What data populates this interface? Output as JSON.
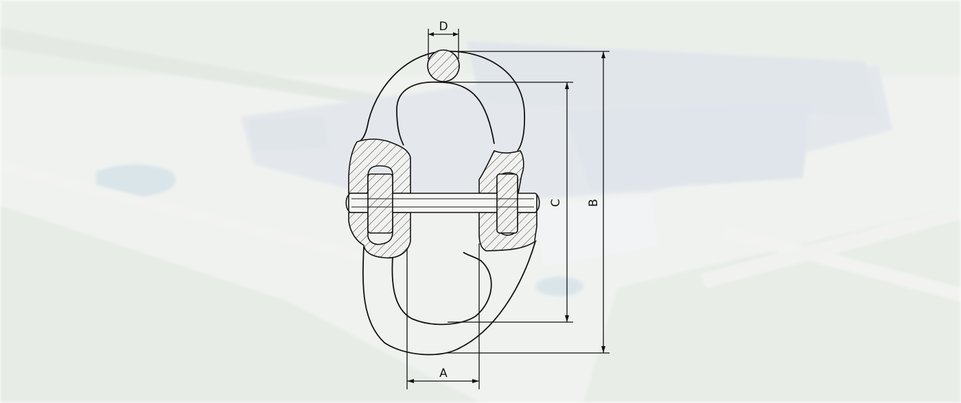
{
  "diagram": {
    "dimensions": {
      "d": "D",
      "a": "A",
      "b": "B",
      "c": "C"
    },
    "colors": {
      "background_sky": "#e9ecea",
      "background_field": "#dfe6dc",
      "building_roof": "#d3dce4",
      "outline": "#111111",
      "hatch": "#222222"
    }
  }
}
